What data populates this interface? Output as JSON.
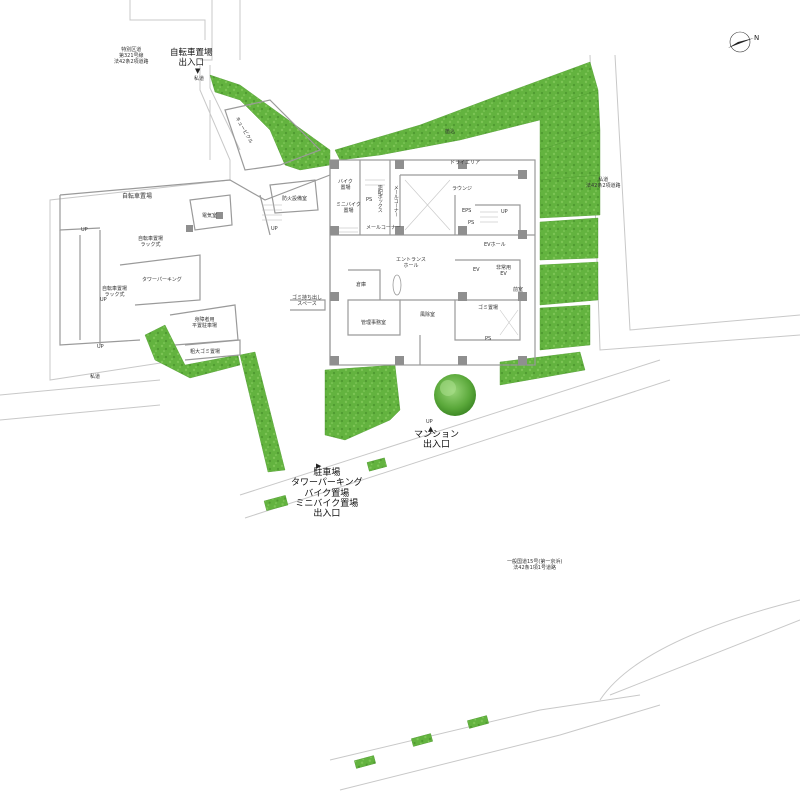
{
  "title": "",
  "colors": {
    "green": "#63b33f",
    "green_dark": "#4f9a30",
    "wall": "#9a9a9a",
    "column": "#8f8f8f",
    "line": "#b5b5b5",
    "road_line": "#c8c8c8"
  },
  "labels": {
    "bike_entrance": "自転車置場\n出入口",
    "special_road_321": "特別区道\n第321号線\n法42条2項道路",
    "private_road_top": "私道",
    "cubicle": "キュービクル",
    "bike_parking_1": "自転車置場",
    "bike_rack_1": "自転車置場\nラック式",
    "bike_rack_2": "自転車置場\nラック式",
    "tower_parking": "タワーパーキング",
    "electric_room": "電気室",
    "fire_equipment": "防火設備室",
    "disabled_parking": "身障者用\n平置駐車場",
    "bulky_garbage": "粗大ゴミ置場",
    "private_road_left": "私道",
    "bike_area": "バイク\n置場",
    "minibike_area": "ミニバイク\n置場",
    "parcel_box": "宅配ボックス",
    "mail_corner_1": "メールコーナー",
    "mail_corner_2": "メールコーナー",
    "ps": "PS",
    "dry_area": "ドライエリア",
    "planting": "植込",
    "lounge": "ラウンジ",
    "eps": "EPS",
    "ps2": "PS",
    "up": "UP",
    "ev_hall": "EVホール",
    "entrance_hall": "エントランス\nホール",
    "ev": "EV",
    "private_ev": "非常用\nEV",
    "warehouse": "倉庫",
    "garbage_space": "ゴミ持ち出し\nスペース",
    "office": "管理事務室",
    "windbreak": "風除室",
    "garbage_room": "ゴミ置場",
    "front_room": "前室",
    "ps3": "PS",
    "mansion_entrance": "マンション\n出入口",
    "parking_entrance": "駐車場\nタワーパーキング\nバイク置場\nミニバイク置場\n出入口",
    "private_road_right": "私道\n法42条2項道路",
    "national_road": "一般国道15号(第一京浜)\n法42条1項1号道路",
    "up_labels": [
      "UP",
      "UP",
      "UP",
      "UP",
      "UP"
    ]
  }
}
